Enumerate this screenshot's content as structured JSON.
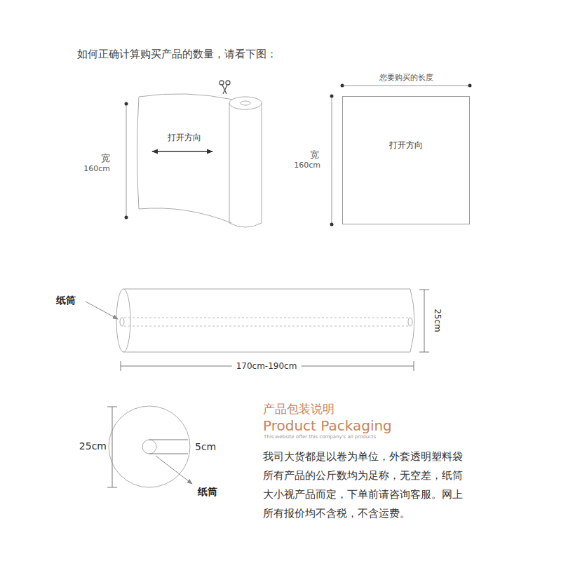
{
  "diagram": {
    "title": "如何正确计算购买产品的数量，请看下图：",
    "nodes": [
      {
        "text": [
          "打开方向"
        ]
      },
      {
        "text": [
          "打开方向"
        ]
      }
    ],
    "labels": [
      "宽",
      "160cm",
      "您要购买的长度",
      "宽",
      "160cm",
      "纸筒",
      "25cm",
      "170cm-190cm",
      "25cm",
      "5cm",
      "纸筒",
      "产品包装说明",
      "Product Packaging",
      "This website offer this company's all products",
      "我司大货都是以卷为单位，外套透明塑料袋 所有产品的公斤数均为足称，无空差，纸筒 大小视产品而定，下单前请咨询客服。网上 所有报价均不含税，不含运费。"
    ]
  }
}
